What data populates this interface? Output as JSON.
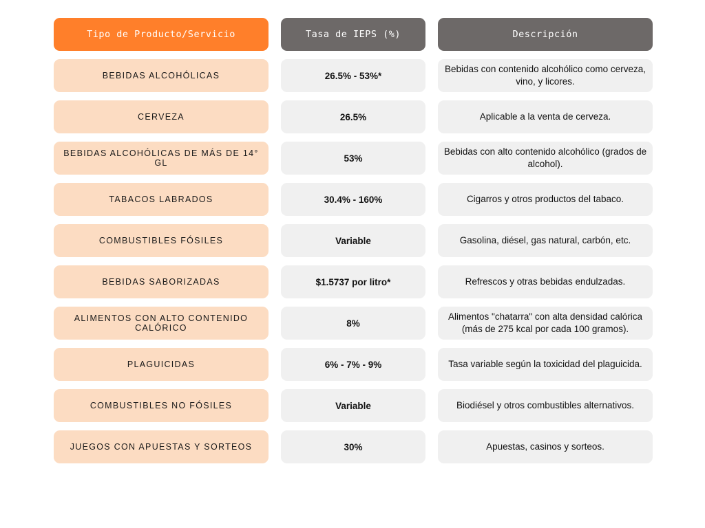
{
  "headers": {
    "type": "Tipo de Producto/Servicio",
    "rate": "Tasa de IEPS (%)",
    "description": "Descripción"
  },
  "rows": [
    {
      "type": "BEBIDAS ALCOHÓLICAS",
      "rate": "26.5% - 53%*",
      "description": "Bebidas con contenido alcohólico como cerveza, vino, y licores."
    },
    {
      "type": "CERVEZA",
      "rate": "26.5%",
      "description": "Aplicable a la venta de cerveza."
    },
    {
      "type": "BEBIDAS ALCOHÓLICAS DE MÁS DE 14° GL",
      "rate": "53%",
      "description": "Bebidas con alto contenido alcohólico (grados de alcohol)."
    },
    {
      "type": "TABACOS LABRADOS",
      "rate": "30.4% - 160%",
      "description": "Cigarros y otros productos del tabaco."
    },
    {
      "type": "COMBUSTIBLES FÓSILES",
      "rate": "Variable",
      "description": "Gasolina, diésel, gas natural, carbón, etc."
    },
    {
      "type": "BEBIDAS SABORIZADAS",
      "rate": "$1.5737 por litro*",
      "description": "Refrescos y otras bebidas endulzadas."
    },
    {
      "type": "ALIMENTOS CON ALTO CONTENIDO CALÓRICO",
      "rate": "8%",
      "description": "Alimentos \"chatarra\" con alta densidad calórica (más de 275 kcal por cada 100 gramos)."
    },
    {
      "type": "PLAGUICIDAS",
      "rate": "6% - 7% - 9%",
      "description": "Tasa variable según la toxicidad del plaguicida."
    },
    {
      "type": "COMBUSTIBLES NO FÓSILES",
      "rate": "Variable",
      "description": "Biodiésel y otros combustibles alternativos."
    },
    {
      "type": "JUEGOS CON APUESTAS Y SORTEOS",
      "rate": "30%",
      "description": "Apuestas, casinos y sorteos."
    }
  ],
  "colors": {
    "header_accent": "#ff7f2a",
    "header_gray": "#6d6968",
    "type_cell": "#fcdcc2",
    "value_cell": "#f0f0f0"
  }
}
